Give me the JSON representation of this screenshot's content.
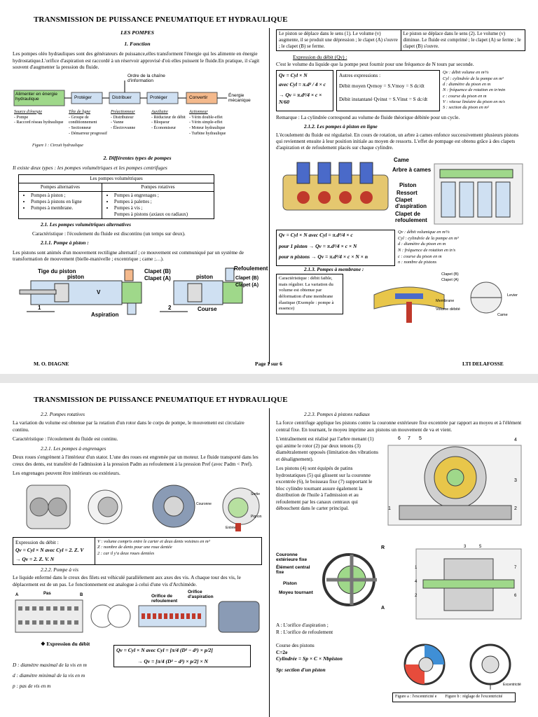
{
  "doc_title": "TRANSMISSION DE PUISSANCE PNEUMATIQUE ET HYDRAULIQUE",
  "page1": {
    "section_title": "LES POMPES",
    "h1": "1.   Fonction",
    "p1": "Les pompes oléo hydrauliques sont des générateurs de puissance,elles transforment l'énergie qui les alimente en énergie hydrostatique.L'orifice d'aspiration est raccordé à un réservoir approvisé d'où elles puissent le fluide.En pratique, il s'agit souvent d'augmenter la pression du fluide.",
    "chain": {
      "top_label": "Ordre de la chaîne d'information",
      "boxes": [
        "Alimenter en énergie hydraulique",
        "Protéger",
        "Distribuer",
        "Protéger",
        "Convertir"
      ],
      "energy": "Énergie mécanique",
      "cols": [
        {
          "head": "Source d'énergie",
          "items": [
            "- Pompe",
            "- Raccord réseau hydraulique"
          ]
        },
        {
          "head": "Tête de ligne",
          "items": [
            "- Groupe de conditionnement",
            "- Sectionneur",
            "- Démarreur progressif"
          ]
        },
        {
          "head": "Préactionneur",
          "items": [
            "- Distributeur",
            "- Vanne",
            "- Électrovanne"
          ]
        },
        {
          "head": "Auxiliaire",
          "items": [
            "- Réducteur de débit",
            "- Bloqueur",
            "- Économiseur"
          ]
        },
        {
          "head": "Actionneur",
          "items": [
            "- Vérin double-effet",
            "- Vérin simple-effet",
            "- Moteur hydraulique",
            "- Turbine hydraulique"
          ]
        }
      ]
    },
    "fig1_caption": "Figure 1 : Circuit hydraulique",
    "h2": "2.   Différentes types de pompes",
    "h2_sub": "Il existe deux types : les pompes volumétriques et les pompes centrifuges",
    "vol_table": {
      "title": "Les pompes volumétriques",
      "col1": "Pompes alternatives",
      "col2": "Pompes rotatives",
      "items1": [
        "Pompes à piston ;",
        "Pompes à pistons en ligne",
        "Pompes à membrane."
      ],
      "items2": [
        "Pompes à engrenages ;",
        "Pompes à palettes ;",
        "Pompes à vis ;",
        "Pompes à pistons (axiaux ou radiaux)"
      ]
    },
    "h21": "2.1.      Les pompes volumétriques alternatives",
    "p21": "Caractéristique : l'écoulement du fluide est discontinu (un temps sur deux).",
    "h211": "2.1.1.    Pompe à piston :",
    "p211": "Les pistons sont animés d'un mouvement rectiligne alternatif ; ce mouvement est communiqué par un système de transformation de mouvement (bielle-manivelle ; excentrique ; came ;…).",
    "piston_labels": {
      "tige": "Tige du piston",
      "piston": "piston",
      "clapet_b": "Clapet (B)",
      "clapet_a": "Clapet (A)",
      "aspiration": "Aspiration",
      "refoulement": "Refoulement",
      "course": "Course",
      "one": "1",
      "two": "2",
      "v": "V"
    },
    "right": {
      "t1": "Le piston se déplace dans le sens (1). Le volume (v) augmente, il se produit une dépression ; le clapet (A) s'ouvre ; le clapet (B) se ferme.",
      "t2": "Le piston se déplace dans le sens (2). Le volume (v) diminue. Le fluide est comprimé ; le clapet (A) se ferme ; le clapet (B) s'ouvre.",
      "debit_head": "Expression du débit (Qv) :",
      "debit_def": "C'est le volume du liquide que la pompe peut fournir pour une fréquence de N tours par seconde.",
      "f1": "Qv = Cyl × N",
      "f2": "avec  Cyl = π.d² / 4 × c",
      "f3": "→ Qv = π.d²/4 × c × N/60",
      "other_head": "Autres expressions :",
      "debit_moy": "Débit moyen Qvmoy = S.Vmoy = S dc/dt",
      "debit_inst": "Débit instantané Qvinst = S.Vinst = S dc/dt",
      "legend": [
        "Qv : débit volume en m³/s",
        "Cyl : cylindrée de la pompe en m³",
        "d : diamètre du pison en m",
        "N : fréquence de rotation en tr/min",
        "c : course du pison en m",
        "V : vitesse linéaire du pison en m/s",
        "S : section du pison en m²"
      ],
      "remarque": "Remarque : La cylindrée correspond au volume de fluide théorique débitée pour un cycle.",
      "h212": "2.1.2.    Les pompes à piston en ligne",
      "p212": "L'écoulement du fluide est régularisé. En cours de rotation, un arbre à cames enfonce successivement plusieurs pistons qui reviennent ensuite à leur position initiale au moyen de ressorts. L'effet de pompage est obtenu grâce à des clapets d'aspiration et de refoulement placés sur chaque cylindre.",
      "line_labels": [
        "Came",
        "Arbre à cames",
        "Piston",
        "Ressort",
        "Clapet d'aspiration",
        "Clapet de refoulement"
      ],
      "g1": "Qv = Cyl × N avec Cyl = π.d²/4 × c",
      "g2": "pour 1 piston → Qv = π.d²/4 × c × N",
      "g3": "pour n pistons → Qv = π.d²/4 × c × N × n",
      "legend2": [
        "Qv : débit volumique en m³/s",
        "Cyl : cylindrée de la pompe en m³",
        "d : diamètre du pison en m",
        "N : fréquence de rotation en tr/s",
        "c : course du pison en m",
        "n : nombre de pistons"
      ],
      "h213": "2.1.3.    Pompes à membrane :",
      "p213": "Caractéristique : débit faible, mais régulier. La variation du volume est obtenue par déformation d'une membrane élastique (Exemple : pompe à essence)",
      "membrane_labels": [
        "Clapet (B)",
        "Clapet (A)",
        "Membrane",
        "Levier",
        "Volume débité",
        "Came"
      ]
    },
    "footer_left": "M. O. DIAGNE",
    "footer_center": "Page 1 sur 6",
    "footer_right": "LTI DELAFOSSE"
  },
  "page2": {
    "h22": "2.2.      Pompes rotatives",
    "p22a": "La variation du volume est obtenue par la rotation d'un rotor dans le corps de pompe, le mouvement est circulaire continu.",
    "p22b": "Caractéristique : l'écoulement du fluide est continu.",
    "h221": "2.2.1.    Les pompes à engrenages",
    "p221": "Deux roues s'engrènent à l'intérieur d'un stator. L'une des roues est engrenée par un moteur. Le fluide transporté dans les creux des dents, est transféré de l'admission à la pression Padm au refoulement à la pression Pref (avec Padm < Pref).",
    "p221b": "Les engrenages peuvent être intérieurs ou extérieurs.",
    "gear_labels": [
      "Entrée",
      "Sortie",
      "Pignon",
      "Couronne"
    ],
    "gear_debit": {
      "head": "Expression du débit :",
      "f1": "Qv = Cyl × N avec  Cyl = 2. Z. V",
      "f2": "→ Qv = 2. Z. V. N",
      "legend": [
        "V : volume compris entre le carter et deux dents voisines en m³",
        "Z : nombre de dents pour une roue dentée",
        "2 : car il y'a deux roues dentées"
      ]
    },
    "h222": "2.2.2.    Pompe à vis",
    "p222": "Le liquide enfermé dans le creux des filets est véhiculé parallèlement aux axes des vis. A chaque tour des vis, le déplacement est de un pas. Le fonctionnement est analogue à celui d'une vis d'Archimède.",
    "vis_labels": [
      "Pas",
      "Orifice de refoulement",
      "Orifice d'aspiration",
      "A",
      "B"
    ],
    "vis_debit_head": "❖   Expression du débit",
    "vis_f1": "Qv = Cyl × N avec  Cyl = [π/4 (D² − d²) × p/2]",
    "vis_f2": "→ Qv = [π/4 (D² − d²) × p/2] × N",
    "vis_legend": [
      "D : diamètre maximal de la vis en m",
      "d : diamètre minimal de la vis en m",
      "p : pas de vis en m"
    ],
    "right": {
      "h223": "2.2.3.    Pompes à pistons radiaux",
      "p223": "La force centrifuge applique les pistons contre la couronne extérieure fixe excentrée par rapport au moyeu et à l'élément central fixe. En tournant, le moyeu imprime aux pistons un mouvement de va et vient.",
      "p223b": "L'entraînement est réalisé par l'arbre menant (1) qui anime le rotor (2) par deux tenons (3) diamétralement opposés (limitation des vibrations et désalignement).",
      "p223c": "Les pistons (4) sont équipés de patins hydrostatiques (5) qui glissent sur la couronne excentrée (6), le boisseau fixe (7) supportant le bloc cylindre tournant assure également la distribution de l'huile à l'admission et au refoulement par les canaux centraux qui débouchent dans le carter principal.",
      "radial_nums": [
        "6",
        "7",
        "5",
        "1",
        "4",
        "3",
        "2"
      ],
      "radial_labels": [
        "Couronne extérieure fixe",
        "Élément central fixe",
        "Piston",
        "Moyeu tournant",
        "R",
        "A"
      ],
      "ar_a": "A : L'orifice d'aspiration ;",
      "ar_r": "R : L'orifice de refoulement",
      "side_nums": [
        "3",
        "5",
        "1",
        "4",
        "7",
        "2",
        "6"
      ],
      "course_head": "Course des pistons",
      "course_f": "C=2e",
      "cyl_f": "Cylindrée = Sp × C × Nbpiston",
      "sp_def": "Sp: section d'un piston",
      "fig_a": "Figure a : l'excentricité e",
      "fig_b": "Figure b : réglage de l'excentricité",
      "excentric": "Excentricité"
    }
  }
}
